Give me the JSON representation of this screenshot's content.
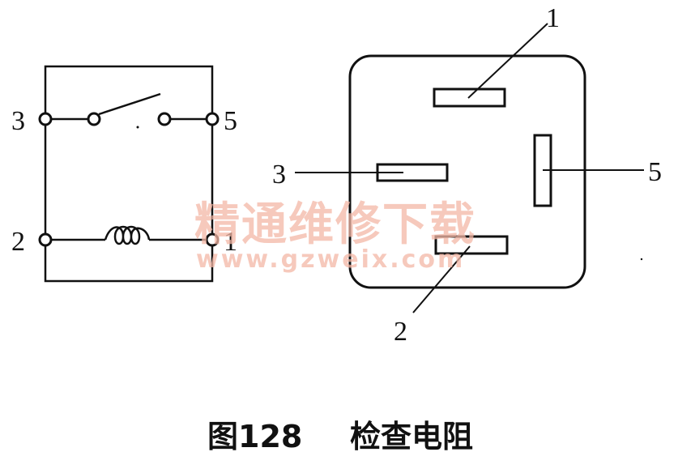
{
  "schematic": {
    "terminals": {
      "t3": "3",
      "t5": "5",
      "t2": "2",
      "t1": "1"
    }
  },
  "connector": {
    "pins": {
      "p1": "1",
      "p3": "3",
      "p5": "5",
      "p2": "2"
    }
  },
  "watermark": {
    "text": "精通维修下载",
    "url": "www.gzweix.com"
  },
  "caption": {
    "figure": "图128",
    "title": "检查电阻"
  }
}
